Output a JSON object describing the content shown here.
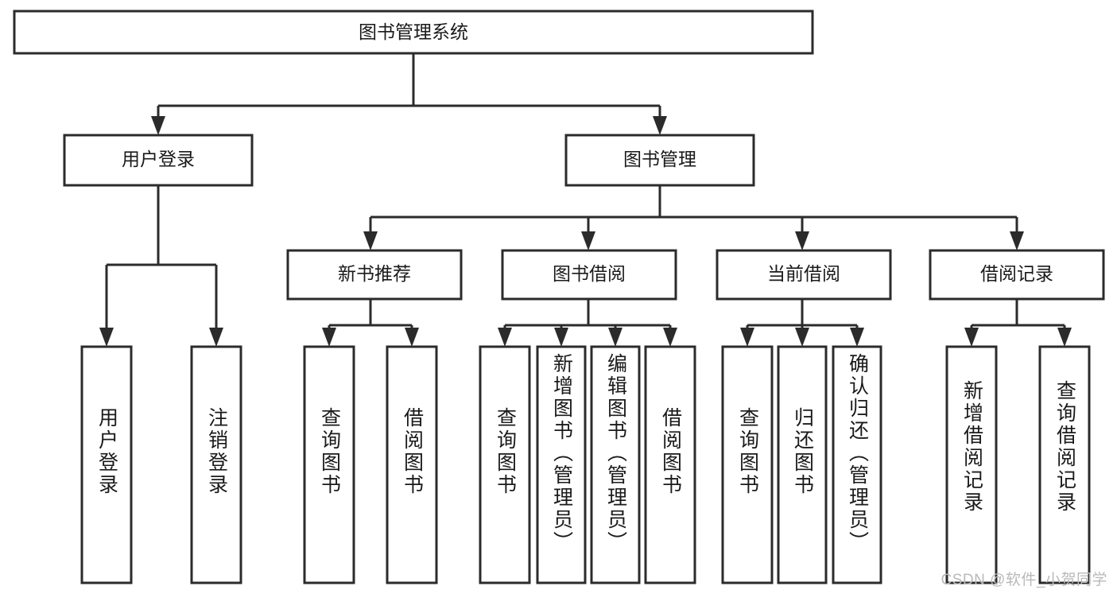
{
  "diagram": {
    "title": "图书管理系统",
    "type": "tree",
    "orientation": "top-down",
    "colors": {
      "box_stroke": "#2b2b2b",
      "box_fill": "#ffffff",
      "connector": "#2b2b2b",
      "text": "#1a1a1a",
      "background": "#ffffff",
      "watermark": "#b9b9b9"
    },
    "root": {
      "id": "root",
      "label": "图书管理系统"
    },
    "level2": [
      {
        "id": "user-login",
        "label": "用户登录"
      },
      {
        "id": "book-manage",
        "label": "图书管理"
      }
    ],
    "level3": [
      {
        "id": "new-book-recommend",
        "label": "新书推荐",
        "parent": "book-manage"
      },
      {
        "id": "book-borrow",
        "label": "图书借阅",
        "parent": "book-manage"
      },
      {
        "id": "current-borrow",
        "label": "当前借阅",
        "parent": "book-manage"
      },
      {
        "id": "borrow-record",
        "label": "借阅记录",
        "parent": "book-manage"
      }
    ],
    "leaves": [
      {
        "id": "leaf-user-login",
        "label": "用户登录",
        "parent": "user-login"
      },
      {
        "id": "leaf-user-logout",
        "label": "注销登录",
        "parent": "user-login"
      },
      {
        "id": "leaf-query-book-1",
        "label": "查询图书",
        "parent": "new-book-recommend"
      },
      {
        "id": "leaf-borrow-book-1",
        "label": "借阅图书",
        "parent": "new-book-recommend"
      },
      {
        "id": "leaf-query-book-2",
        "label": "查询图书",
        "parent": "book-borrow"
      },
      {
        "id": "leaf-add-book",
        "label": "新增图书（管理员）",
        "parent": "book-borrow"
      },
      {
        "id": "leaf-edit-book",
        "label": "编辑图书（管理员）",
        "parent": "book-borrow"
      },
      {
        "id": "leaf-borrow-book-2",
        "label": "借阅图书",
        "parent": "book-borrow"
      },
      {
        "id": "leaf-query-book-3",
        "label": "查询图书",
        "parent": "current-borrow"
      },
      {
        "id": "leaf-return-book",
        "label": "归还图书",
        "parent": "current-borrow"
      },
      {
        "id": "leaf-confirm-return",
        "label": "确认归还（管理员）",
        "parent": "current-borrow"
      },
      {
        "id": "leaf-add-record",
        "label": "新增借阅记录",
        "parent": "borrow-record"
      },
      {
        "id": "leaf-query-record",
        "label": "查询借阅记录",
        "parent": "borrow-record"
      }
    ]
  },
  "watermark": {
    "text": "CSDN @软件_小贺同学"
  }
}
